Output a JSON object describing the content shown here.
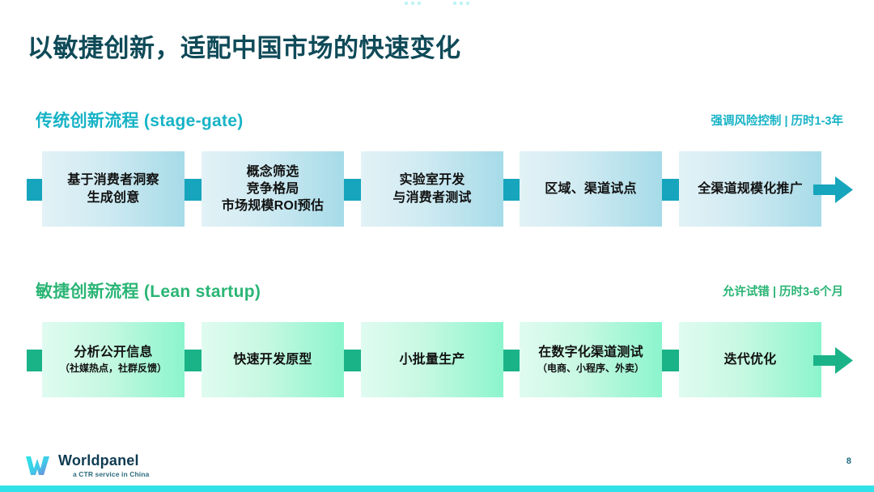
{
  "page": {
    "title": "以敏捷创新，适配中国市场的快速变化",
    "number": "8",
    "colors": {
      "title": "#0f4a58",
      "stage_accent": "#17b3c6",
      "lean_accent": "#2ab575",
      "bottom_bar": "#31e3e8"
    }
  },
  "sections": [
    {
      "key": "stage",
      "title": "传统创新流程 (stage-gate)",
      "note": "强调风险控制 | 历时1-3年",
      "steps": [
        {
          "main": "基于消费者洞察\n生成创意",
          "sub": ""
        },
        {
          "main": "概念筛选\n竞争格局\n市场规模ROI预估",
          "sub": ""
        },
        {
          "main": "实验室开发\n与消费者测试",
          "sub": ""
        },
        {
          "main": "区域、渠道试点",
          "sub": ""
        },
        {
          "main": "全渠道规模化推广",
          "sub": ""
        }
      ]
    },
    {
      "key": "lean",
      "title": "敏捷创新流程 (Lean startup)",
      "note": "允许试错 | 历时3-6个月",
      "steps": [
        {
          "main": "分析公开信息",
          "sub": "（社媒热点，社群反馈）"
        },
        {
          "main": "快速开发原型",
          "sub": ""
        },
        {
          "main": "小批量生产",
          "sub": ""
        },
        {
          "main": "在数字化渠道测试",
          "sub": "（电商、小程序、外卖）"
        },
        {
          "main": "迭代优化",
          "sub": ""
        }
      ]
    }
  ],
  "footer": {
    "logo_word": "Worldpanel",
    "logo_tagline": "a CTR service in China"
  }
}
